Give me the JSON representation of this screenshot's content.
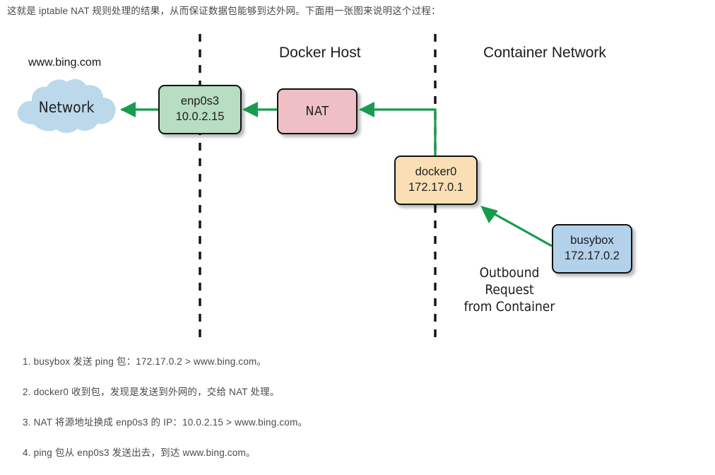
{
  "intro": {
    "text": "这就是 iptable NAT 规则处理的结果，从而保证数据包能够到达外网。下面用一张图来说明这个过程："
  },
  "diagram": {
    "titles": {
      "docker_host": "Docker Host",
      "container_network": "Container Network"
    },
    "external_label": "www.bing.com",
    "cloud": {
      "label": "Network",
      "fill": "#bcd9ec"
    },
    "nodes": [
      {
        "id": "enp0s3",
        "name": "enp0s3",
        "address": "10.0.2.15",
        "fill": "#b7ddc2"
      },
      {
        "id": "nat",
        "name": "NAT",
        "address": "",
        "fill": "#eec0c5"
      },
      {
        "id": "docker0",
        "name": "docker0",
        "address": "172.17.0.1",
        "fill": "#fadfb4"
      },
      {
        "id": "busybox",
        "name": "busybox",
        "address": "172.17.0.2",
        "fill": "#b3d1ea"
      }
    ],
    "annotation": {
      "line1": "Outbound",
      "line2": "Request",
      "line3": "from Container"
    },
    "colors": {
      "arrow": "#179c4e",
      "boundary": "#111111"
    }
  },
  "steps": [
    {
      "text": "1. busybox 发送 ping 包：172.17.0.2 > www.bing.com。"
    },
    {
      "text": "2. docker0 收到包，发现是发送到外网的，交给 NAT 处理。"
    },
    {
      "text": "3. NAT 将源地址换成 enp0s3 的 IP：10.0.2.15 > www.bing.com。"
    },
    {
      "text": "4. ping 包从 enp0s3 发送出去，到达 www.bing.com。"
    }
  ]
}
